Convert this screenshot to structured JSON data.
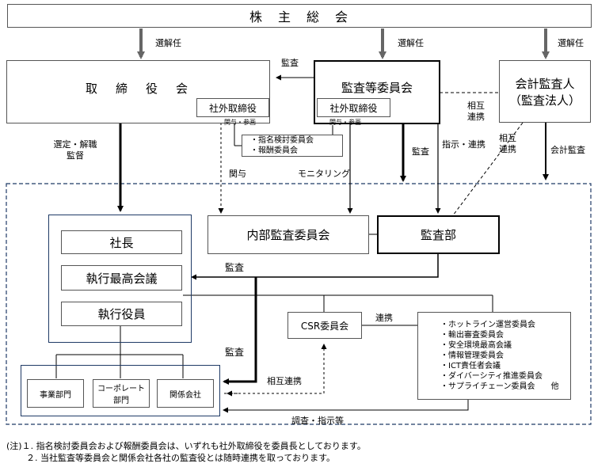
{
  "title": "株主総会",
  "nodes": {
    "shareholders": "株　主　総　会",
    "board": "取　締　役　会",
    "board_outside": "社外取締役",
    "audit_committee": "監査等委員会",
    "audit_outside": "社外取締役",
    "accounting_auditor_line1": "会計監査人",
    "accounting_auditor_line2": "（監査法人）",
    "nomination_committees": [
      "・指名検討委員会",
      "・報酬委員会"
    ],
    "president": "社長",
    "exec_meeting": "執行最高会議",
    "exec_officers": "執行役員",
    "internal_audit_committee": "内部監査委員会",
    "audit_dept": "監査部",
    "csr_committee": "CSR委員会",
    "business_dept": "事業部門",
    "corporate_dept_line1": "コーポレート",
    "corporate_dept_line2": "部門",
    "affiliates": "関係会社",
    "committee_list": [
      "・ホットライン運営委員会",
      "・輸出審査委員会",
      "・安全環境最高会議",
      "・情報管理委員会",
      "・ICT責任者会議",
      "・ダイバーシティ推進委員会",
      "・サプライチェーン委員会　　他"
    ]
  },
  "labels": {
    "elect1": "選解任",
    "elect2": "選解任",
    "elect3": "選解任",
    "audit_top": "監査",
    "involve1": "関与・参画",
    "involve2": "関与・参画",
    "mutual_line1": "相互",
    "mutual_line2": "連携",
    "mutual2_line1": "相互",
    "mutual2_line2": "連携",
    "appoint_line1": "選定・解職",
    "appoint_line2": "監督",
    "involve3": "関与",
    "monitoring": "モニタリング",
    "audit_mid": "監査",
    "instruct": "指示・連携",
    "acct_audit": "会計監査",
    "audit_exec": "監査",
    "audit_affil": "監査",
    "csr_link": "連携",
    "mutual_link": "相互連携",
    "investigate": "調査・指示等"
  },
  "notes": [
    "(注)１. 指名検討委員会および報酬委員会は、いずれも社外取締役を委員長としております。",
    "２. 当社監査等委員会と関係会社各社の監査役とは随時連携を取っております。"
  ]
}
